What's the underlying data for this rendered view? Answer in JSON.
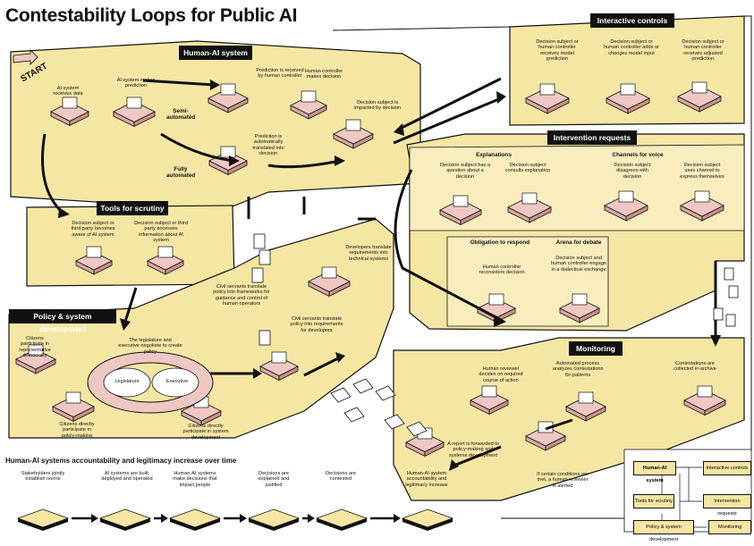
{
  "title": "Contestability Loops for Public AI",
  "start_label": "START",
  "colors": {
    "region": "#f6e6a4",
    "tile": "#efc8c3",
    "ink": "#111111",
    "arrow": "#111111"
  },
  "sections": {
    "human_ai": "Human-AI system",
    "interactive": "Interactive controls",
    "intervention": "Intervention requests",
    "scrutiny": "Tools for scrutiny",
    "policy": "Policy & system development",
    "monitoring": "Monitoring"
  },
  "human_ai": {
    "receives_data": "AI system receives data",
    "makes_prediction": "AI system makes prediction",
    "semi": "Semi-automated",
    "fully": "Fully automated",
    "received_by": "Prediction is received by human controller",
    "controller_decides": "Human controller makes decision",
    "auto_translated": "Prediction is automatically translated into decision",
    "impacted": "Decision subject is impacted by decision"
  },
  "interactive": {
    "c1": "Decision subject or human controller receives model prediction",
    "c2": "Decision subject or human controller adds or changes model input",
    "c3": "Decision subject or human controller receives adjusted prediction"
  },
  "intervention": {
    "explanations": "Explanations",
    "voice": "Channels for voice",
    "e1": "Decision subject has a question about a decision",
    "e2": "Decision subject consults explanation",
    "v1": "Decision subject disagrees with decision",
    "v2": "Decision subject uses channel to express themselves",
    "obligation": "Obligation to respond",
    "arena": "Arena for debate",
    "o1": "Human controller reconsiders decision",
    "a1": "Decision subject and human controller engage in a dialectical exchange"
  },
  "scrutiny": {
    "s1": "Decision subject or third party becomes aware of AI system",
    "s2": "Decision subject or third party accesses information about AI system"
  },
  "policy": {
    "p1": "Citizens participate in representative democracy",
    "p2": "The legislature and executive negotiate to create policy",
    "legislature": "Legislature",
    "executive": "Executive",
    "p3": "Citizens directly participate in policy-making",
    "p4": "Citizens directly participate in system development",
    "p5": "Civil servants translate policy into requirements for developers",
    "p6": "Civil servants translate policy into frameworks for guidance and control of human operators",
    "p7": "Developers translate requirements into technical systems"
  },
  "monitoring": {
    "m1": "Human reviewer decides on required course of action",
    "m2": "Automated process analyzes contestations for patterns",
    "m3": "Contestations are collected in archive",
    "m4": "A report is forwarded to policy-making and systems development",
    "m5": "If certain conditions are met, a human reviewer is alerted"
  },
  "bottom": {
    "title": "Human-AI systems accountability and legitimacy increase over time",
    "steps": [
      "Stakeholders jointly establish norms",
      "AI systems are built, deployed and operated",
      "Human-AI systems make decisions that impact people",
      "Decisions are explained and justified",
      "Decisions are contested",
      "Human-AI system accountability and legitimacy increase"
    ]
  },
  "legend": {
    "human_ai": "Human-AI system",
    "interactive": "Interactive controls",
    "scrutiny": "Tools for scrutiny",
    "intervention": "Intervention requests",
    "policy": "Policy & system development",
    "monitoring": "Monitoring"
  }
}
